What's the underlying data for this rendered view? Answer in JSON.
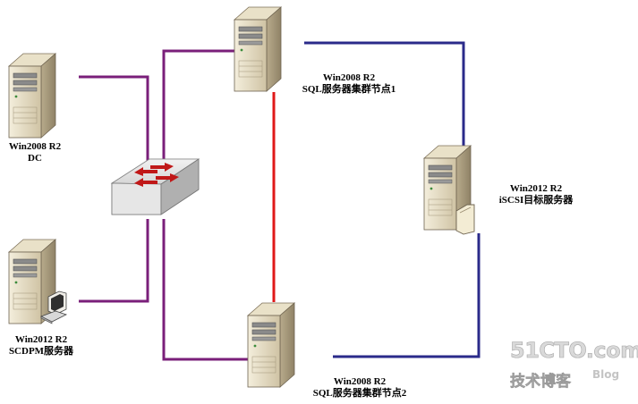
{
  "nodes": {
    "dc": {
      "line1": "Win2008 R2",
      "line2": "DC"
    },
    "scdpm": {
      "line1": "Win2012 R2",
      "line2": "SCDPM服务器"
    },
    "sql1": {
      "line1": "Win2008 R2",
      "line2": "SQL服务器集群节点1"
    },
    "sql2": {
      "line1": "Win2008 R2",
      "line2": "SQL服务器集群节点2"
    },
    "iscsi": {
      "line1": "Win2012 R2",
      "line2": "iSCSI目标服务器"
    }
  },
  "watermark": {
    "site": "51CTO.com",
    "subtitle": "技术博客",
    "blog": "Blog"
  },
  "colors": {
    "lan": "#7a1f7a",
    "heartbeat": "#e01818",
    "storage": "#2a2a8a",
    "switch_arrow": "#c01818"
  },
  "icons": [
    "server-icon",
    "switch-icon",
    "workstation-icon",
    "disk-icon"
  ]
}
